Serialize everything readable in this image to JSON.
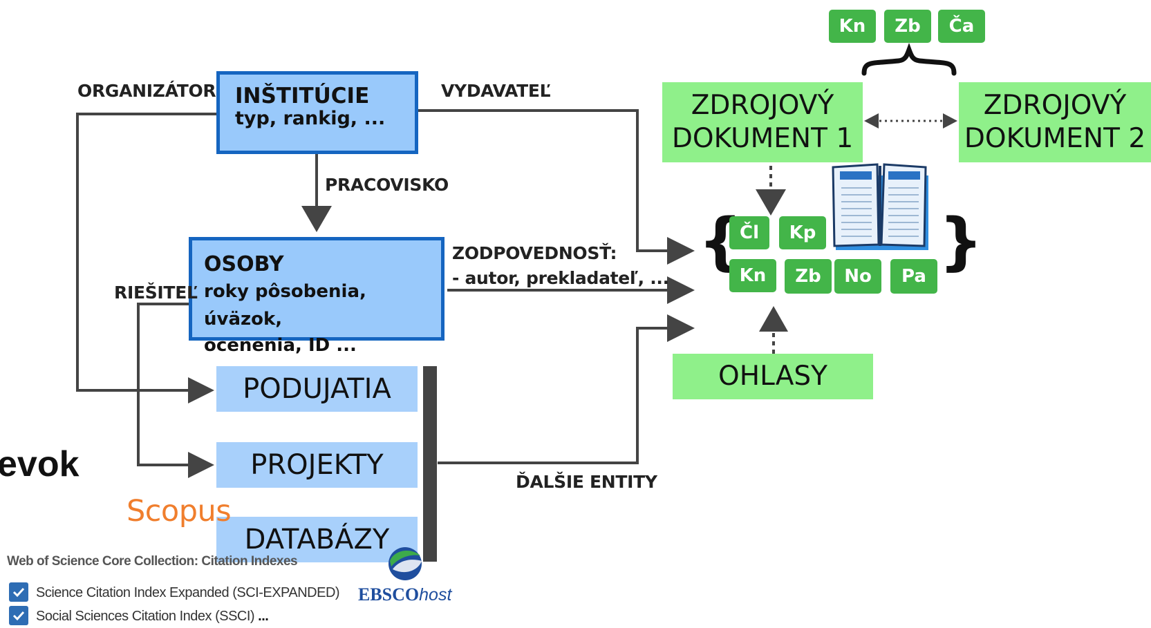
{
  "labels": {
    "organizator": "ORGANIZÁTOR",
    "vydavatel": "VYDAVATEĽ",
    "pracovisko": "PRACOVISKO",
    "riesitel": "RIEŠITEĽ",
    "zodpovednost_title": "ZODPOVEDNOSŤ:",
    "zodpovednost_detail": "- autor, prekladateľ, ...",
    "dalsie_entity": "ĎALŠIE ENTITY",
    "prispevok_fragment": "evok"
  },
  "institucie": {
    "title": "INŠTITÚCIE",
    "subtitle": "typ, rankig, ..."
  },
  "osoby": {
    "title": "OSOBY",
    "line1": "roky pôsobenia, úväzok,",
    "line2": "ocenenia, ID ..."
  },
  "entities": {
    "podujatia": "PODUJATIA",
    "projekty": "PROJEKTY",
    "databazy": "DATABÁZY"
  },
  "sources": {
    "doc1_line1": "ZDROJOVÝ",
    "doc1_line2": "DOKUMENT 1",
    "doc2_line1": "ZDROJOVÝ",
    "doc2_line2": "DOKUMENT 2",
    "ohlasy": "OHLASY"
  },
  "top_chips": [
    "Kn",
    "Zb",
    "Ča"
  ],
  "doc_chips_row1": [
    "Čl",
    "Kp"
  ],
  "doc_chips_row2": [
    "Kn",
    "Zb",
    "No",
    "Pa"
  ],
  "logos": {
    "scopus": "Scopus",
    "ebsco_main": "EBSCO",
    "ebsco_host": "host"
  },
  "wos": {
    "header": "Web of Science Core Collection: Citation Indexes",
    "item1": "Science Citation Index Expanded (SCI-EXPANDED)",
    "item2": "Social Sciences Citation Index (SSCI)",
    "more": "..."
  },
  "colors": {
    "blue_border": "#1565c0",
    "blue_fill": "#99c9fb",
    "light_blue": "#a8d0fb",
    "green_fill": "#8ff08a",
    "chip_green": "#43b549",
    "line": "#444444",
    "scopus_orange": "#f07e2d",
    "ebsco_blue": "#1f4e9e",
    "wos_check": "#2e6db4"
  },
  "icons": [
    "open-book-icon",
    "checkbox-checked-icon",
    "ebsco-globe-icon"
  ]
}
